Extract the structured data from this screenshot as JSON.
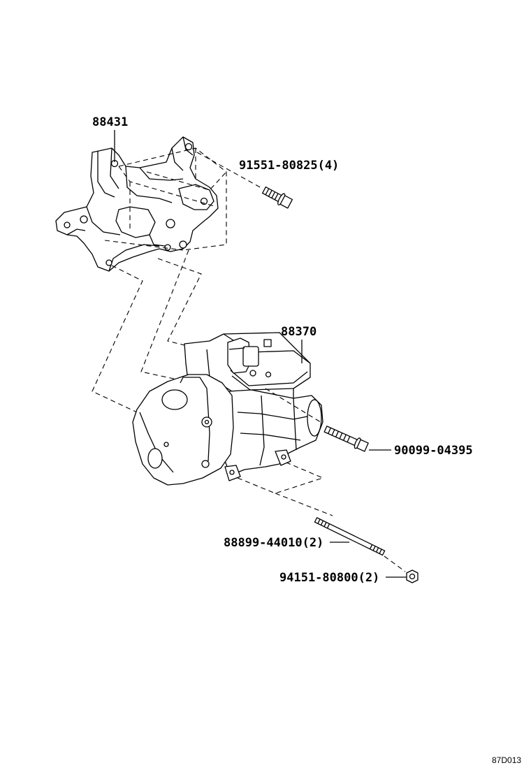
{
  "labels": {
    "bracket": "88431",
    "bracket_bolt": "91551-80825(4)",
    "compressor": "88370",
    "compressor_bolt": "90099-04395",
    "stud": "88899-44010(2)",
    "nut": "94151-80800(2)"
  },
  "diagram_code": "87D013"
}
